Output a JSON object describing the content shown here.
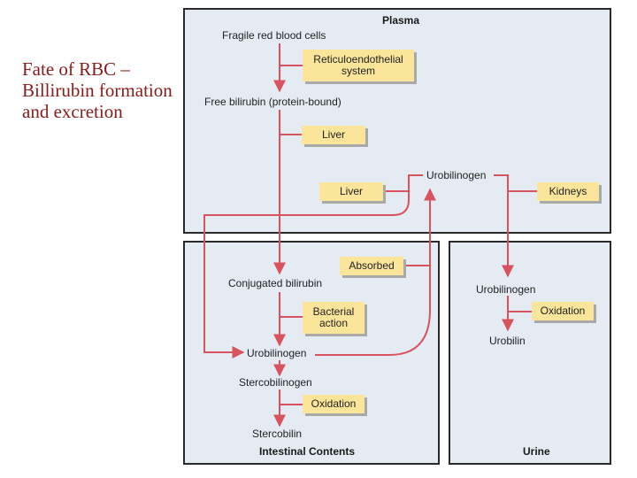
{
  "slide": {
    "title": "Fate of RBC – Billirubin formation and excretion"
  },
  "colors": {
    "arrow": "#d9535f",
    "box_fill": "#fbe59a",
    "panel_fill": "#e4ebf3",
    "title": "#8b1a1a"
  },
  "panels": {
    "plasma": "Plasma",
    "intestinal": "Intestinal Contents",
    "urine": "Urine"
  },
  "nodes": {
    "fragile_rbc": "Fragile red blood cells",
    "free_bilirubin": "Free bilirubin (protein-bound)",
    "urobilinogen_plasma": "Urobilinogen",
    "conjugated_bilirubin": "Conjugated bilirubin",
    "urobilinogen_intestine": "Urobilinogen",
    "stercobilinogen": "Stercobilinogen",
    "stercobilin": "Stercobilin",
    "urobilinogen_urine": "Urobilinogen",
    "urobilin": "Urobilin"
  },
  "boxes": {
    "reticuloendothelial": "Reticuloendothelial system",
    "liver_1": "Liver",
    "liver_2": "Liver",
    "kidneys": "Kidneys",
    "absorbed": "Absorbed",
    "bacterial_action": "Bacterial action",
    "oxidation_intestine": "Oxidation",
    "oxidation_urine": "Oxidation"
  }
}
